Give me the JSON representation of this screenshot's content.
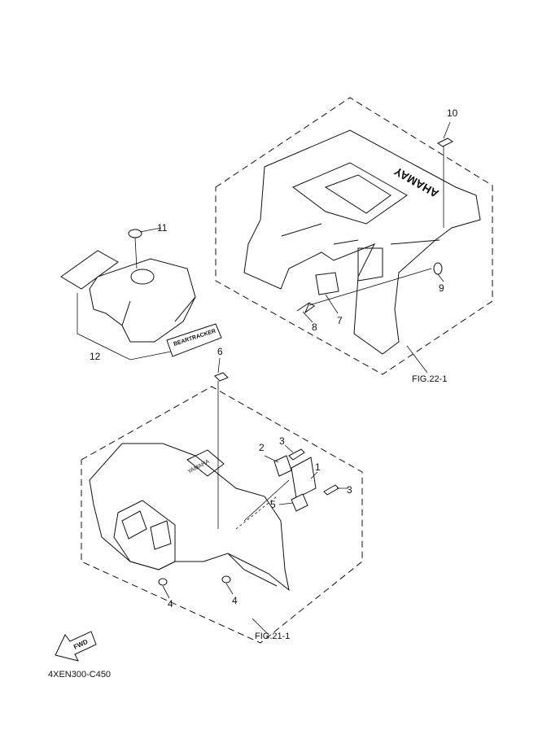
{
  "diagram_code": "4XEN300-C450",
  "figure_refs": {
    "rear_fender": "FIG.22-1",
    "front_fender": "FIG.21-1"
  },
  "callouts": {
    "c1": "1",
    "c2": "2",
    "c3a": "3",
    "c3b": "3",
    "c4a": "4",
    "c4b": "4",
    "c5": "5",
    "c6": "6",
    "c7": "7",
    "c8": "8",
    "c9": "9",
    "c10": "10",
    "c11": "11",
    "c12": "12"
  },
  "logos": {
    "rear_fender_brand": "YAMAHA",
    "decal": "BEARTRACKER",
    "front_badge": "YAMAHA",
    "fwd_arrow": "FWD"
  },
  "colors": {
    "line": "#111111",
    "background": "#ffffff"
  }
}
